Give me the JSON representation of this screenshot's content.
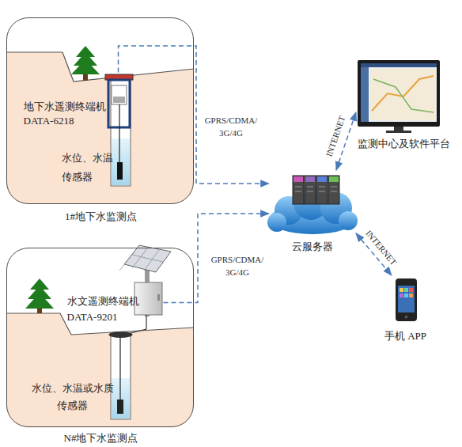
{
  "diagram": {
    "nodes": [
      {
        "text": [
          "1#地下水监测点"
        ]
      },
      {
        "text": [
          "地下水遥测终端机 DATA-6218"
        ],
        "in": 0
      },
      {
        "text": [
          "水位、水温 传感器"
        ],
        "in": 0
      },
      {
        "text": [
          "N#地下水监测点"
        ]
      },
      {
        "text": [
          "水文遥测终端机 DATA-9201"
        ],
        "in": 3
      },
      {
        "text": [
          "水位、水温或水质 传感器"
        ],
        "in": 3
      },
      {
        "text": [
          "云服务器"
        ]
      },
      {
        "text": [
          "监测中心及软件平台"
        ]
      },
      {
        "text": [
          "手机 APP"
        ]
      }
    ],
    "edges": [
      {
        "from": 1,
        "to": 6,
        "label": "GPRS/CDMA/ 3G/4G",
        "arrow": "to"
      },
      {
        "from": 4,
        "to": 6,
        "label": "GPRS/CDMA/ 3G/4G",
        "arrow": "to"
      },
      {
        "from": 6,
        "to": 7,
        "label": "INTERNET",
        "arrow": "both"
      },
      {
        "from": 6,
        "to": 8,
        "label": "INTERNET",
        "arrow": "both"
      }
    ]
  }
}
